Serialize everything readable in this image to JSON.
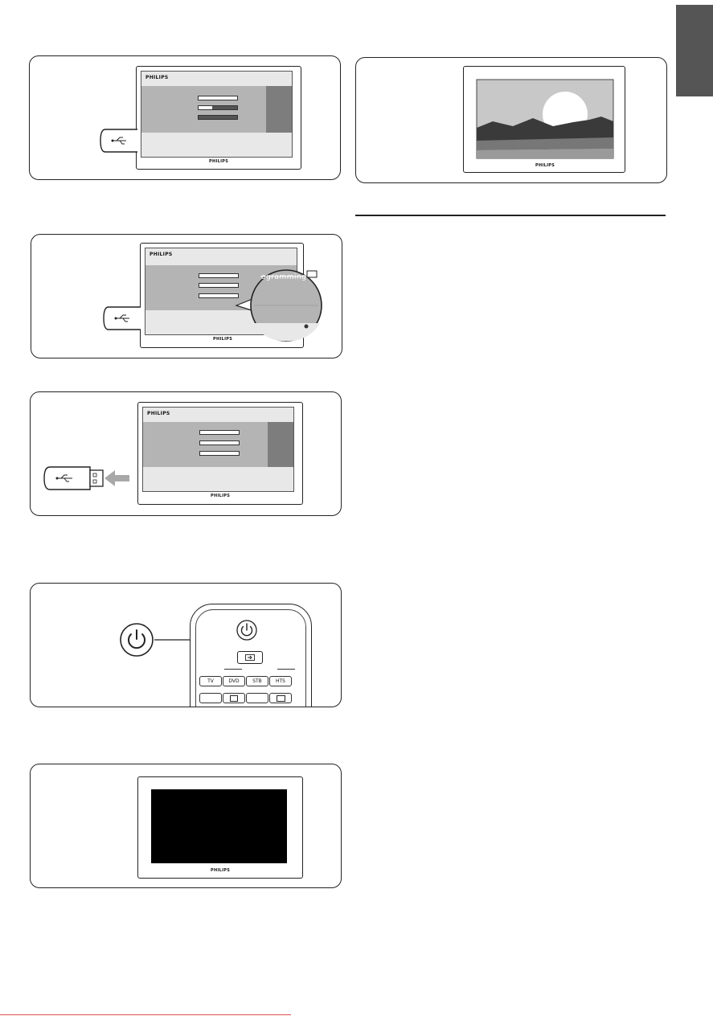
{
  "tv": {
    "brand": "PHILIPS",
    "screen_brand": "PHILIPS"
  },
  "callout": {
    "text": "ogramming"
  },
  "remote": {
    "keys": [
      "TV",
      "DVD",
      "STB",
      "HTS"
    ]
  },
  "colors": {
    "side_tab": "#555555",
    "menu_band": "#b4b4b4",
    "menu_bar_fill": "#555555",
    "bottom_rule": "#e05050"
  },
  "icons": [
    "usb-stick-icon",
    "power-icon",
    "arrow-left-icon",
    "source-icon",
    "sun-icon",
    "mountains-icon"
  ]
}
